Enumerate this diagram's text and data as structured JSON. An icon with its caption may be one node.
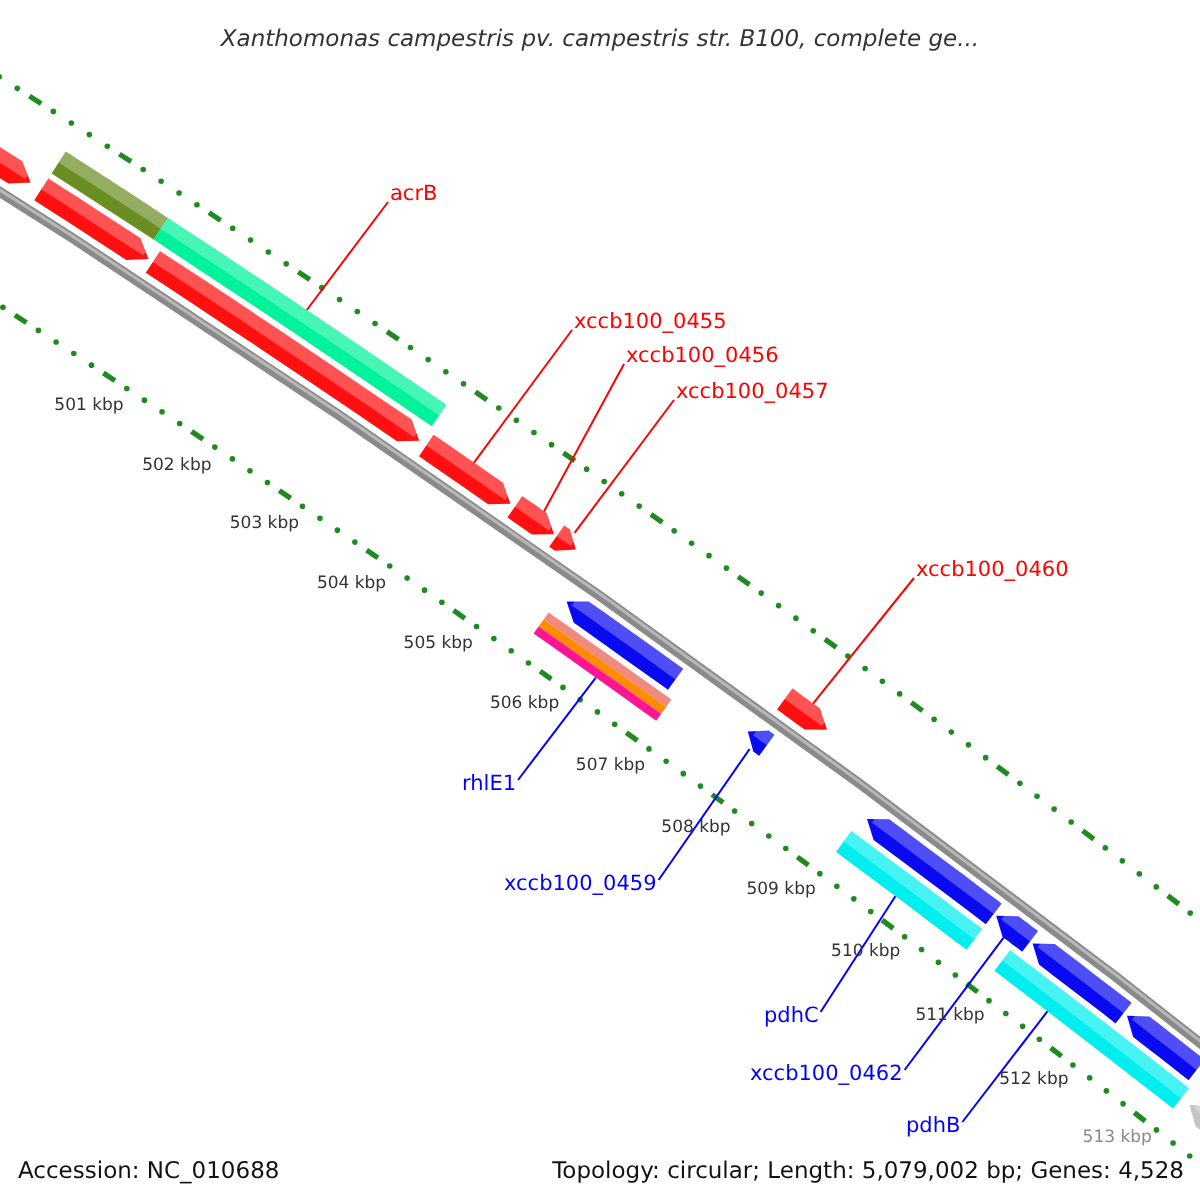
{
  "diagram": {
    "title": "Xanthomonas campestris pv. campestris str. B100, complete ge...",
    "nodes": [
      {
        "text": [
          "acrB"
        ]
      },
      {
        "text": [],
        "shape": "bar"
      },
      {
        "text": [
          "xccb100_0455"
        ]
      },
      {
        "text": [],
        "shape": "pentagon"
      },
      {
        "text": [
          "xccb100_0456"
        ]
      },
      {
        "text": [],
        "shape": "pentagon"
      },
      {
        "text": [
          "xccb100_0457"
        ]
      },
      {
        "text": [],
        "shape": "pentagon"
      },
      {
        "text": [
          "xccb100_0460"
        ]
      },
      {
        "text": [],
        "shape": "pentagon"
      },
      {
        "text": [
          "rhlE1"
        ]
      },
      {
        "text": [],
        "shape": "bar"
      },
      {
        "text": [
          "xccb100_0459"
        ]
      },
      {
        "text": [],
        "shape": "pentagon"
      },
      {
        "text": [
          "pdhC"
        ]
      },
      {
        "text": [],
        "shape": "bar"
      },
      {
        "text": [
          "xccb100_0462"
        ]
      },
      {
        "text": [],
        "shape": "pentagon"
      },
      {
        "text": [
          "pdhB"
        ]
      },
      {
        "text": [],
        "shape": "bar"
      },
      {
        "text": [],
        "shape": "pentagon"
      },
      {
        "text": [],
        "shape": "pentagon"
      },
      {
        "text": [],
        "shape": "pentagon"
      },
      {
        "text": [],
        "shape": "bar"
      },
      {
        "text": [],
        "shape": "pentagon"
      },
      {
        "text": [],
        "shape": "pentagon"
      },
      {
        "text": [],
        "shape": "pentagon"
      },
      {
        "text": [],
        "shape": "pentagon"
      },
      {
        "text": [],
        "shape": "pentagon"
      }
    ],
    "edges": [
      {
        "from": 0,
        "to": 1,
        "arrow": "none",
        "color": "#ff0000"
      },
      {
        "from": 2,
        "to": 3,
        "arrow": "none",
        "color": "#ff0000"
      },
      {
        "from": 4,
        "to": 5,
        "arrow": "none",
        "color": "#ff0000"
      },
      {
        "from": 6,
        "to": 7,
        "arrow": "none",
        "color": "#ff0000"
      },
      {
        "from": 8,
        "to": 9,
        "arrow": "none",
        "color": "#ff0000"
      },
      {
        "from": 10,
        "to": 11,
        "arrow": "none",
        "color": "#0000ff"
      },
      {
        "from": 12,
        "to": 13,
        "arrow": "none",
        "color": "#0000ff"
      },
      {
        "from": 14,
        "to": 15,
        "arrow": "none",
        "color": "#0000ff"
      },
      {
        "from": 16,
        "to": 17,
        "arrow": "none",
        "color": "#0000ff"
      },
      {
        "from": 18,
        "to": 19,
        "arrow": "none",
        "color": "#0000ff"
      }
    ],
    "labels": [
      "501 kbp",
      "502 kbp",
      "503 kbp",
      "504 kbp",
      "505 kbp",
      "506 kbp",
      "507 kbp",
      "508 kbp",
      "509 kbp",
      "510 kbp",
      "511 kbp",
      "512 kbp",
      "513 kbp",
      "Accession: NC_010688",
      "Topology: circular; Length: 5,079,002 bp; Genes: 4,528"
    ]
  }
}
